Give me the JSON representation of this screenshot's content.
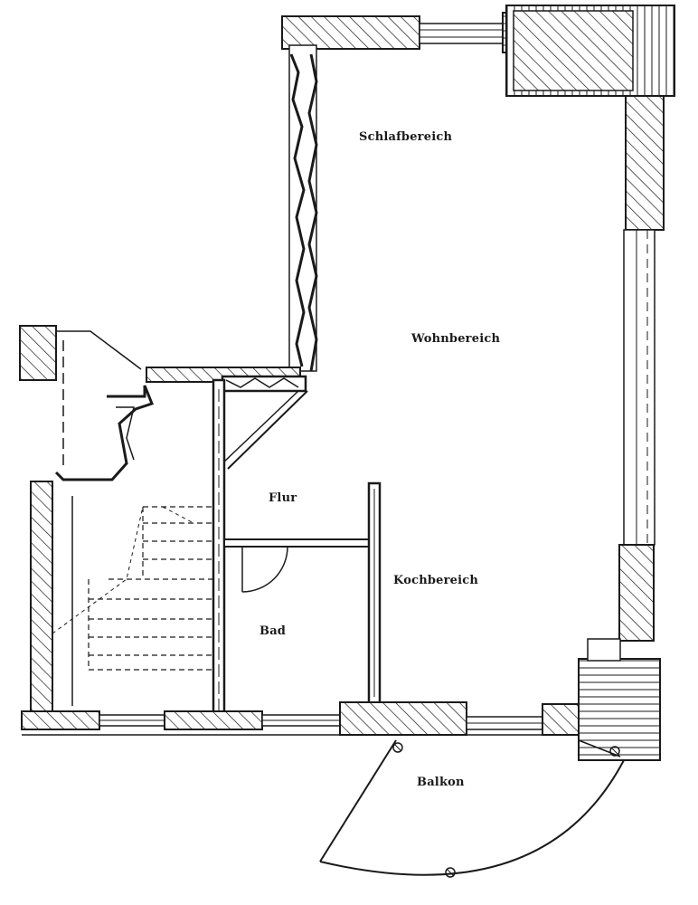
{
  "floor_plan": {
    "rooms": {
      "schlafbereich": "Schlafbereich",
      "wohnbereich": "Wohnbereich",
      "flur": "Flur",
      "kochbereich": "Kochbereich",
      "bad": "Bad",
      "balkon": "Balkon"
    },
    "colors": {
      "line": "#1a1a1a",
      "background": "#ffffff"
    }
  }
}
